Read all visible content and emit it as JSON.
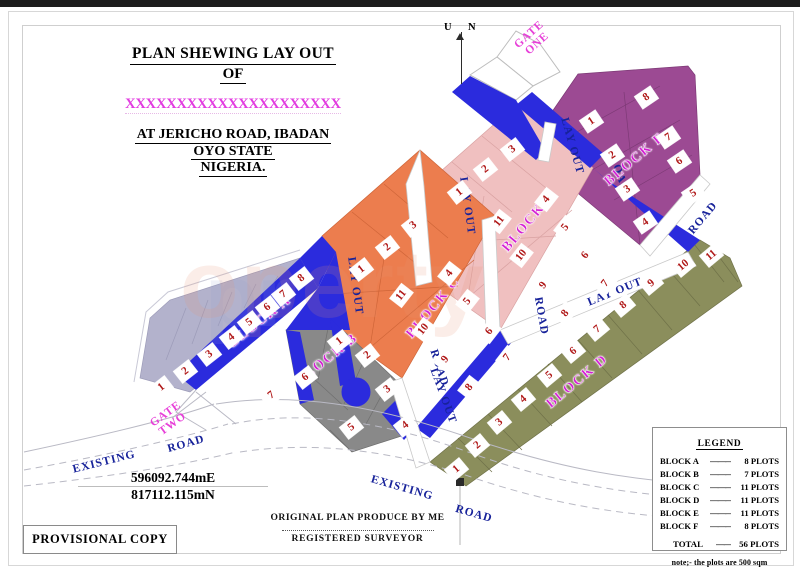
{
  "document": {
    "title_line1": "PLAN  SHEWING  LAY OUT",
    "title_of": "OF",
    "title_masked": "XXXXXXXXXXXXXXXXXXXXX",
    "location_line1": "AT JERICHO  ROAD,  IBADAN",
    "location_line2": "OYO  STATE",
    "location_line3": "NIGERIA.",
    "provisional_stamp": "PROVISIONAL  COPY",
    "surveyor_note": "ORIGINAL  PLAN  PRODUCE  BY ME",
    "surveyor_title": "REGISTERED  SURVEYOR"
  },
  "coordinates": {
    "easting": "596092.744mE",
    "northing": "817112.115mN"
  },
  "compass": {
    "left_label": "U",
    "right_label": "N"
  },
  "legend": {
    "title": "LEGEND",
    "dash": "———",
    "rows": [
      {
        "block": "BLOCK A",
        "plots": "8  PLOTS"
      },
      {
        "block": "BLOCK B",
        "plots": "7 PLOTS"
      },
      {
        "block": "BLOCK C",
        "plots": "11 PLOTS"
      },
      {
        "block": "BLOCK D",
        "plots": "11 PLOTS"
      },
      {
        "block": "BLOCK E",
        "plots": "11 PLOTS"
      },
      {
        "block": "BLOCK F",
        "plots": "8 PLOTS"
      }
    ],
    "total_label": "TOTAL",
    "total_value": "56  PLOTS",
    "note": "note;-  the plots are  500 sqm"
  },
  "map": {
    "gates": [
      {
        "name": "gate-one",
        "line1": "GATE",
        "line2": "ONE"
      },
      {
        "name": "gate-two",
        "line1": "GATE",
        "line2": "TWO"
      }
    ],
    "road_labels": [
      "LAY OUT",
      "ROAD",
      "LAY OUT",
      "ROAD",
      "LAY OUT",
      "ROAD",
      "LAY OUT",
      "ROAD",
      "ROAD",
      "ROAD"
    ],
    "existing_road_labels": [
      {
        "text": "EXISTING"
      },
      {
        "text": "ROAD"
      },
      {
        "text": "EXISTING"
      },
      {
        "text": "ROAD"
      }
    ],
    "blocks": [
      {
        "id": "A",
        "label": "BLOCK A",
        "color": "#b3b2cc",
        "plots": [
          "1",
          "2",
          "3",
          "4",
          "5",
          "6",
          "7",
          "8"
        ]
      },
      {
        "id": "B",
        "label": "BLOCK B",
        "color": "#898989",
        "plots": [
          "1",
          "2",
          "3",
          "4",
          "5",
          "6",
          "7"
        ]
      },
      {
        "id": "C",
        "label": "BLOCK C",
        "color": "#ec7d4e",
        "plots": [
          "1",
          "2",
          "3",
          "4",
          "5",
          "6",
          "7",
          "8",
          "9",
          "10",
          "11"
        ]
      },
      {
        "id": "D",
        "label": "BLOCK D",
        "color": "#8b8e5c",
        "plots": [
          "1",
          "2",
          "3",
          "4",
          "5",
          "6",
          "7",
          "8",
          "9",
          "10",
          "11"
        ]
      },
      {
        "id": "E",
        "label": "BLOCK E",
        "color": "#f0c0c0",
        "plots": [
          "1",
          "2",
          "3",
          "4",
          "5",
          "6",
          "7",
          "8",
          "9",
          "10",
          "11"
        ]
      },
      {
        "id": "F",
        "label": "BLOCK F",
        "color": "#9c4a93",
        "plots": [
          "1",
          "2",
          "3",
          "4",
          "5",
          "6",
          "7",
          "8"
        ]
      }
    ],
    "road_color": "#2b2bdd",
    "watermark": "property"
  }
}
